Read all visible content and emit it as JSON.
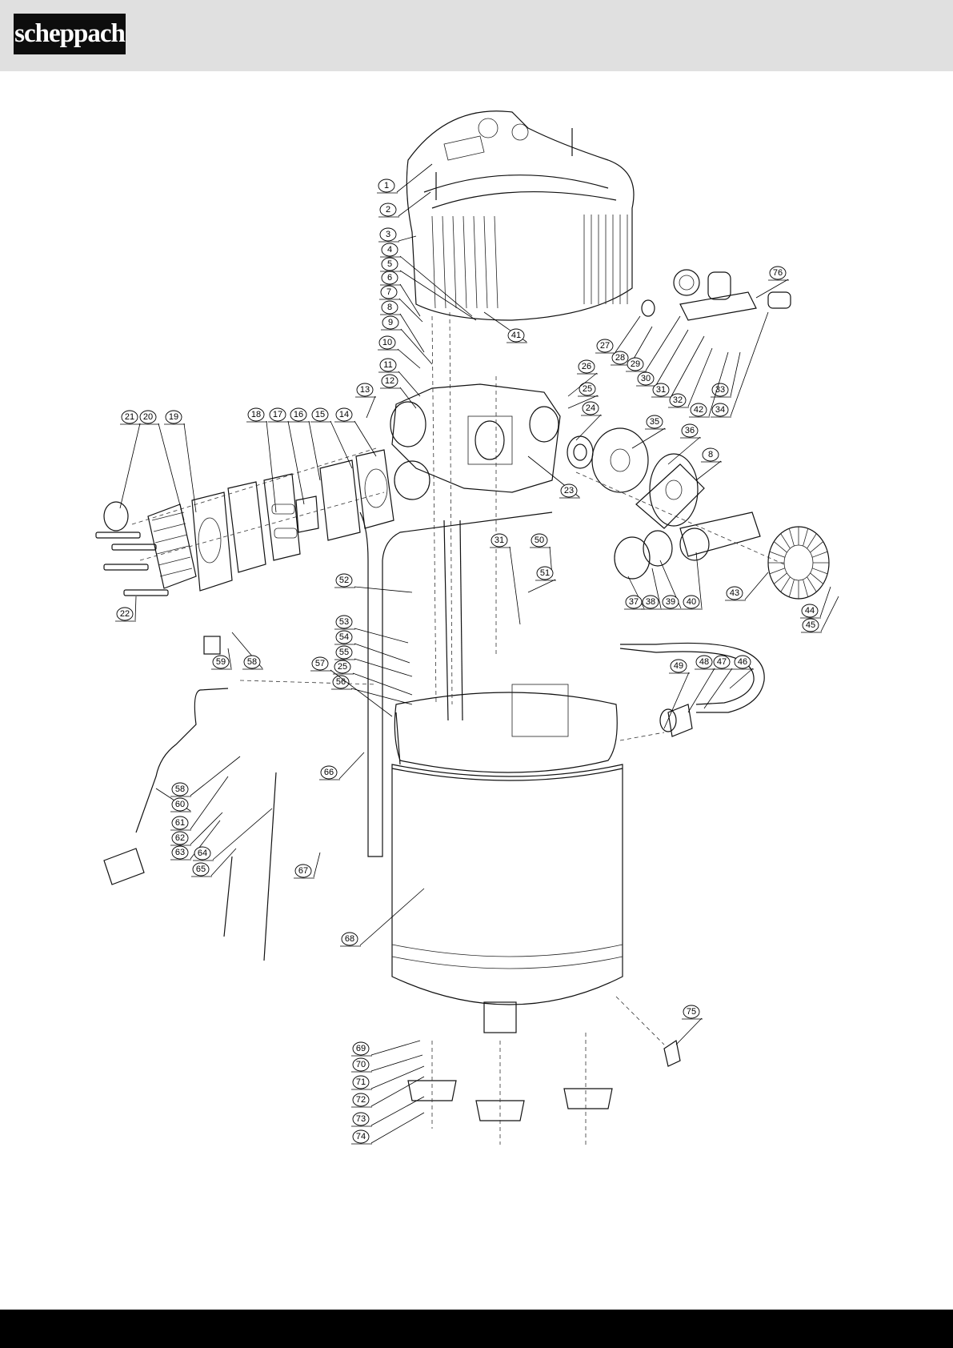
{
  "header": {
    "logo_text": "scheppach"
  },
  "diagram": {
    "labels": [
      "1",
      "2",
      "3",
      "4",
      "5",
      "6",
      "7",
      "8",
      "9",
      "10",
      "11",
      "12",
      "13",
      "14",
      "15",
      "16",
      "17",
      "18",
      "19",
      "20",
      "21",
      "22",
      "23",
      "24",
      "25",
      "26",
      "27",
      "28",
      "29",
      "30",
      "31",
      "32",
      "33",
      "34",
      "35",
      "36",
      "8",
      "37",
      "38",
      "39",
      "40",
      "41",
      "42",
      "43",
      "44",
      "45",
      "46",
      "47",
      "48",
      "49",
      "50",
      "51",
      "31",
      "52",
      "53",
      "54",
      "55",
      "25",
      "56",
      "57",
      "58",
      "59",
      "58",
      "60",
      "61",
      "62",
      "63",
      "64",
      "65",
      "66",
      "67",
      "68",
      "69",
      "70",
      "71",
      "72",
      "73",
      "74",
      "75",
      "76"
    ]
  }
}
